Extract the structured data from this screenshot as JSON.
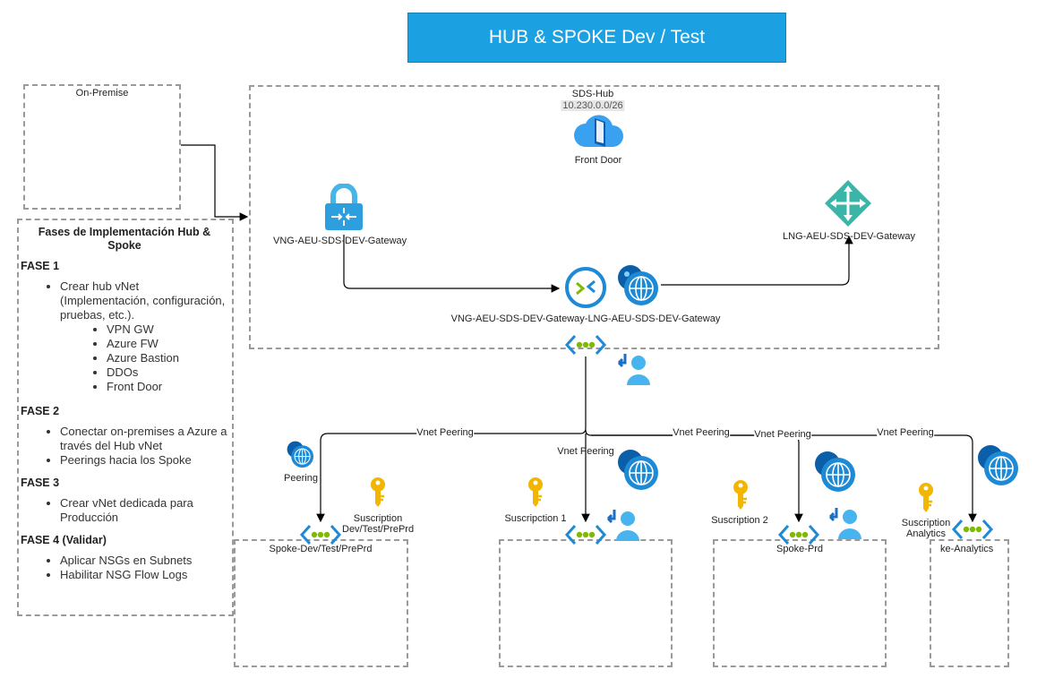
{
  "title": "HUB & SPOKE Dev / Test",
  "on_premise": {
    "label": "On-Premise"
  },
  "hub": {
    "label": "SDS-Hub",
    "cidr": "10.230.0.0/26",
    "front_door": "Front Door",
    "vng": "VNG-AEU-SDS-DEV-Gateway",
    "lng": "LNG-AEU-SDS-DEV-Gateway",
    "connection": "VNG-AEU-SDS-DEV-Gateway-LNG-AEU-SDS-DEV-Gateway"
  },
  "phases": {
    "title": "Fases de Implementación Hub & Spoke",
    "fase1": {
      "title": "FASE 1",
      "items": [
        "Crear hub vNet (Implementación, configuración, pruebas, etc.)."
      ],
      "sub_items": [
        "VPN GW",
        "Azure FW",
        "Azure Bastion",
        "DDOs",
        "Front Door"
      ]
    },
    "fase2": {
      "title": "FASE 2",
      "items": [
        "Conectar on-premises a Azure a través del Hub vNet",
        "Peerings hacia los Spoke"
      ]
    },
    "fase3": {
      "title": "FASE 3",
      "items": [
        "Crear vNet dedicada para Producción"
      ]
    },
    "fase4": {
      "title": "FASE 4 (Validar)",
      "items": [
        "Aplicar NSGs en Subnets",
        "Habilitar NSG Flow Logs"
      ]
    }
  },
  "peering_labels": {
    "p1": "Vnet Peering",
    "p2": "Vnet Peering",
    "p3": "Vnet Peering",
    "p4": "Vnet Peering",
    "p5": "Vnet Peering",
    "peering": "Peering"
  },
  "spokes": {
    "devtest": {
      "label": "Spoke-Dev/Test/PrePrd",
      "subscription": "Suscription Dev/Test/PrePrd"
    },
    "sub1": {
      "subscription": "Suscripction 1"
    },
    "prd": {
      "label": "Spoke-Prd",
      "subscription": "Suscription 2"
    },
    "analytics": {
      "label": "ke-Analytics",
      "subscription": "Suscription Analytics"
    }
  },
  "colors": {
    "title_bg": "#1ba1e2",
    "azure_blue": "#0078d4",
    "key_gold": "#f2b600",
    "vnet_green": "#7fba00",
    "line": "#000000",
    "border": "#9a9a9a"
  }
}
